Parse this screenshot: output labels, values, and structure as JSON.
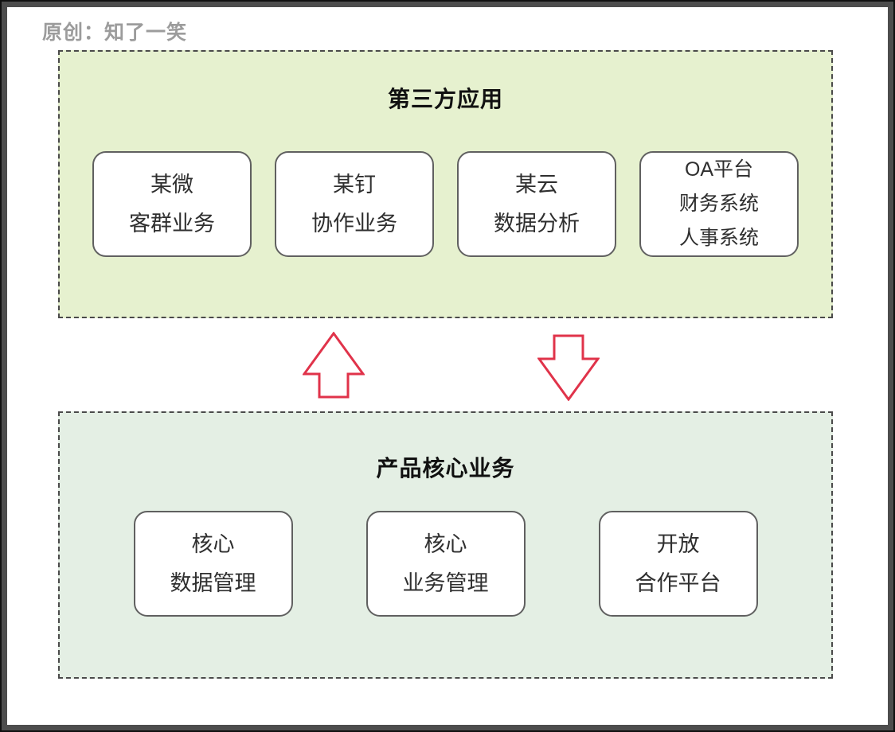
{
  "watermark": "原创：知了一笑",
  "colors": {
    "frame_border": "#4d4d4d",
    "third_party_bg": "#e6f1cf",
    "core_bg": "#e4efe4",
    "dashed_border": "#4a4a4a",
    "card_border": "#606060",
    "arrow_stroke": "#e0334a"
  },
  "sections": [
    {
      "title": "第三方应用",
      "cards": [
        {
          "lines": [
            "某微",
            "客群业务"
          ]
        },
        {
          "lines": [
            "某钉",
            "协作业务"
          ]
        },
        {
          "lines": [
            "某云",
            "数据分析"
          ]
        },
        {
          "lines": [
            "OA平台",
            "财务系统",
            "人事系统"
          ]
        }
      ]
    },
    {
      "title": "产品核心业务",
      "cards": [
        {
          "lines": [
            "核心",
            "数据管理"
          ]
        },
        {
          "lines": [
            "核心",
            "业务管理"
          ]
        },
        {
          "lines": [
            "开放",
            "合作平台"
          ]
        }
      ]
    }
  ],
  "arrows": [
    {
      "name": "up-arrow",
      "direction": "up"
    },
    {
      "name": "down-arrow",
      "direction": "down"
    }
  ]
}
